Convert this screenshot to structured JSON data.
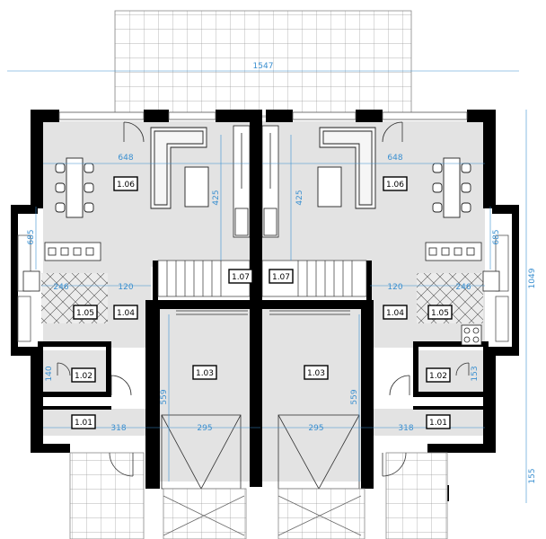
{
  "colors": {
    "wall": "#000000",
    "floor": "#e3e3e3",
    "tile_fill": "#ececec",
    "dimension": "#3a8fd0",
    "hatch": "#555555"
  },
  "dimensions": {
    "overall_width": "1547",
    "overall_depth": "1049",
    "front_projection": "155",
    "living_width_left": "648",
    "living_width_right": "648",
    "living_depth_left": "425",
    "living_depth_right": "425",
    "dining_depth_left": "685",
    "dining_depth_right": "685",
    "kitchen_width_left": "246",
    "kitchen_width_right": "246",
    "kitchen_gap_left": "120",
    "kitchen_gap_right": "120",
    "garage_depth_left": "559",
    "garage_depth_right": "559",
    "garage_width_left": "295",
    "garage_width_right": "295",
    "entry_width_left": "318",
    "entry_width_right": "318",
    "bath_small_left": "140",
    "bath_small_right": "153"
  },
  "rooms": {
    "living_left": "1.06",
    "living_right": "1.06",
    "kitchen_left": "1.05",
    "kitchen_right": "1.05",
    "hall_left": "1.04",
    "hall_right": "1.04",
    "garage_left": "1.03",
    "garage_right": "1.03",
    "wc_left": "1.02",
    "wc_right": "1.02",
    "entrance_left": "1.01",
    "entrance_right": "1.01",
    "stairs_left": "1.07",
    "stairs_right": "1.07"
  }
}
